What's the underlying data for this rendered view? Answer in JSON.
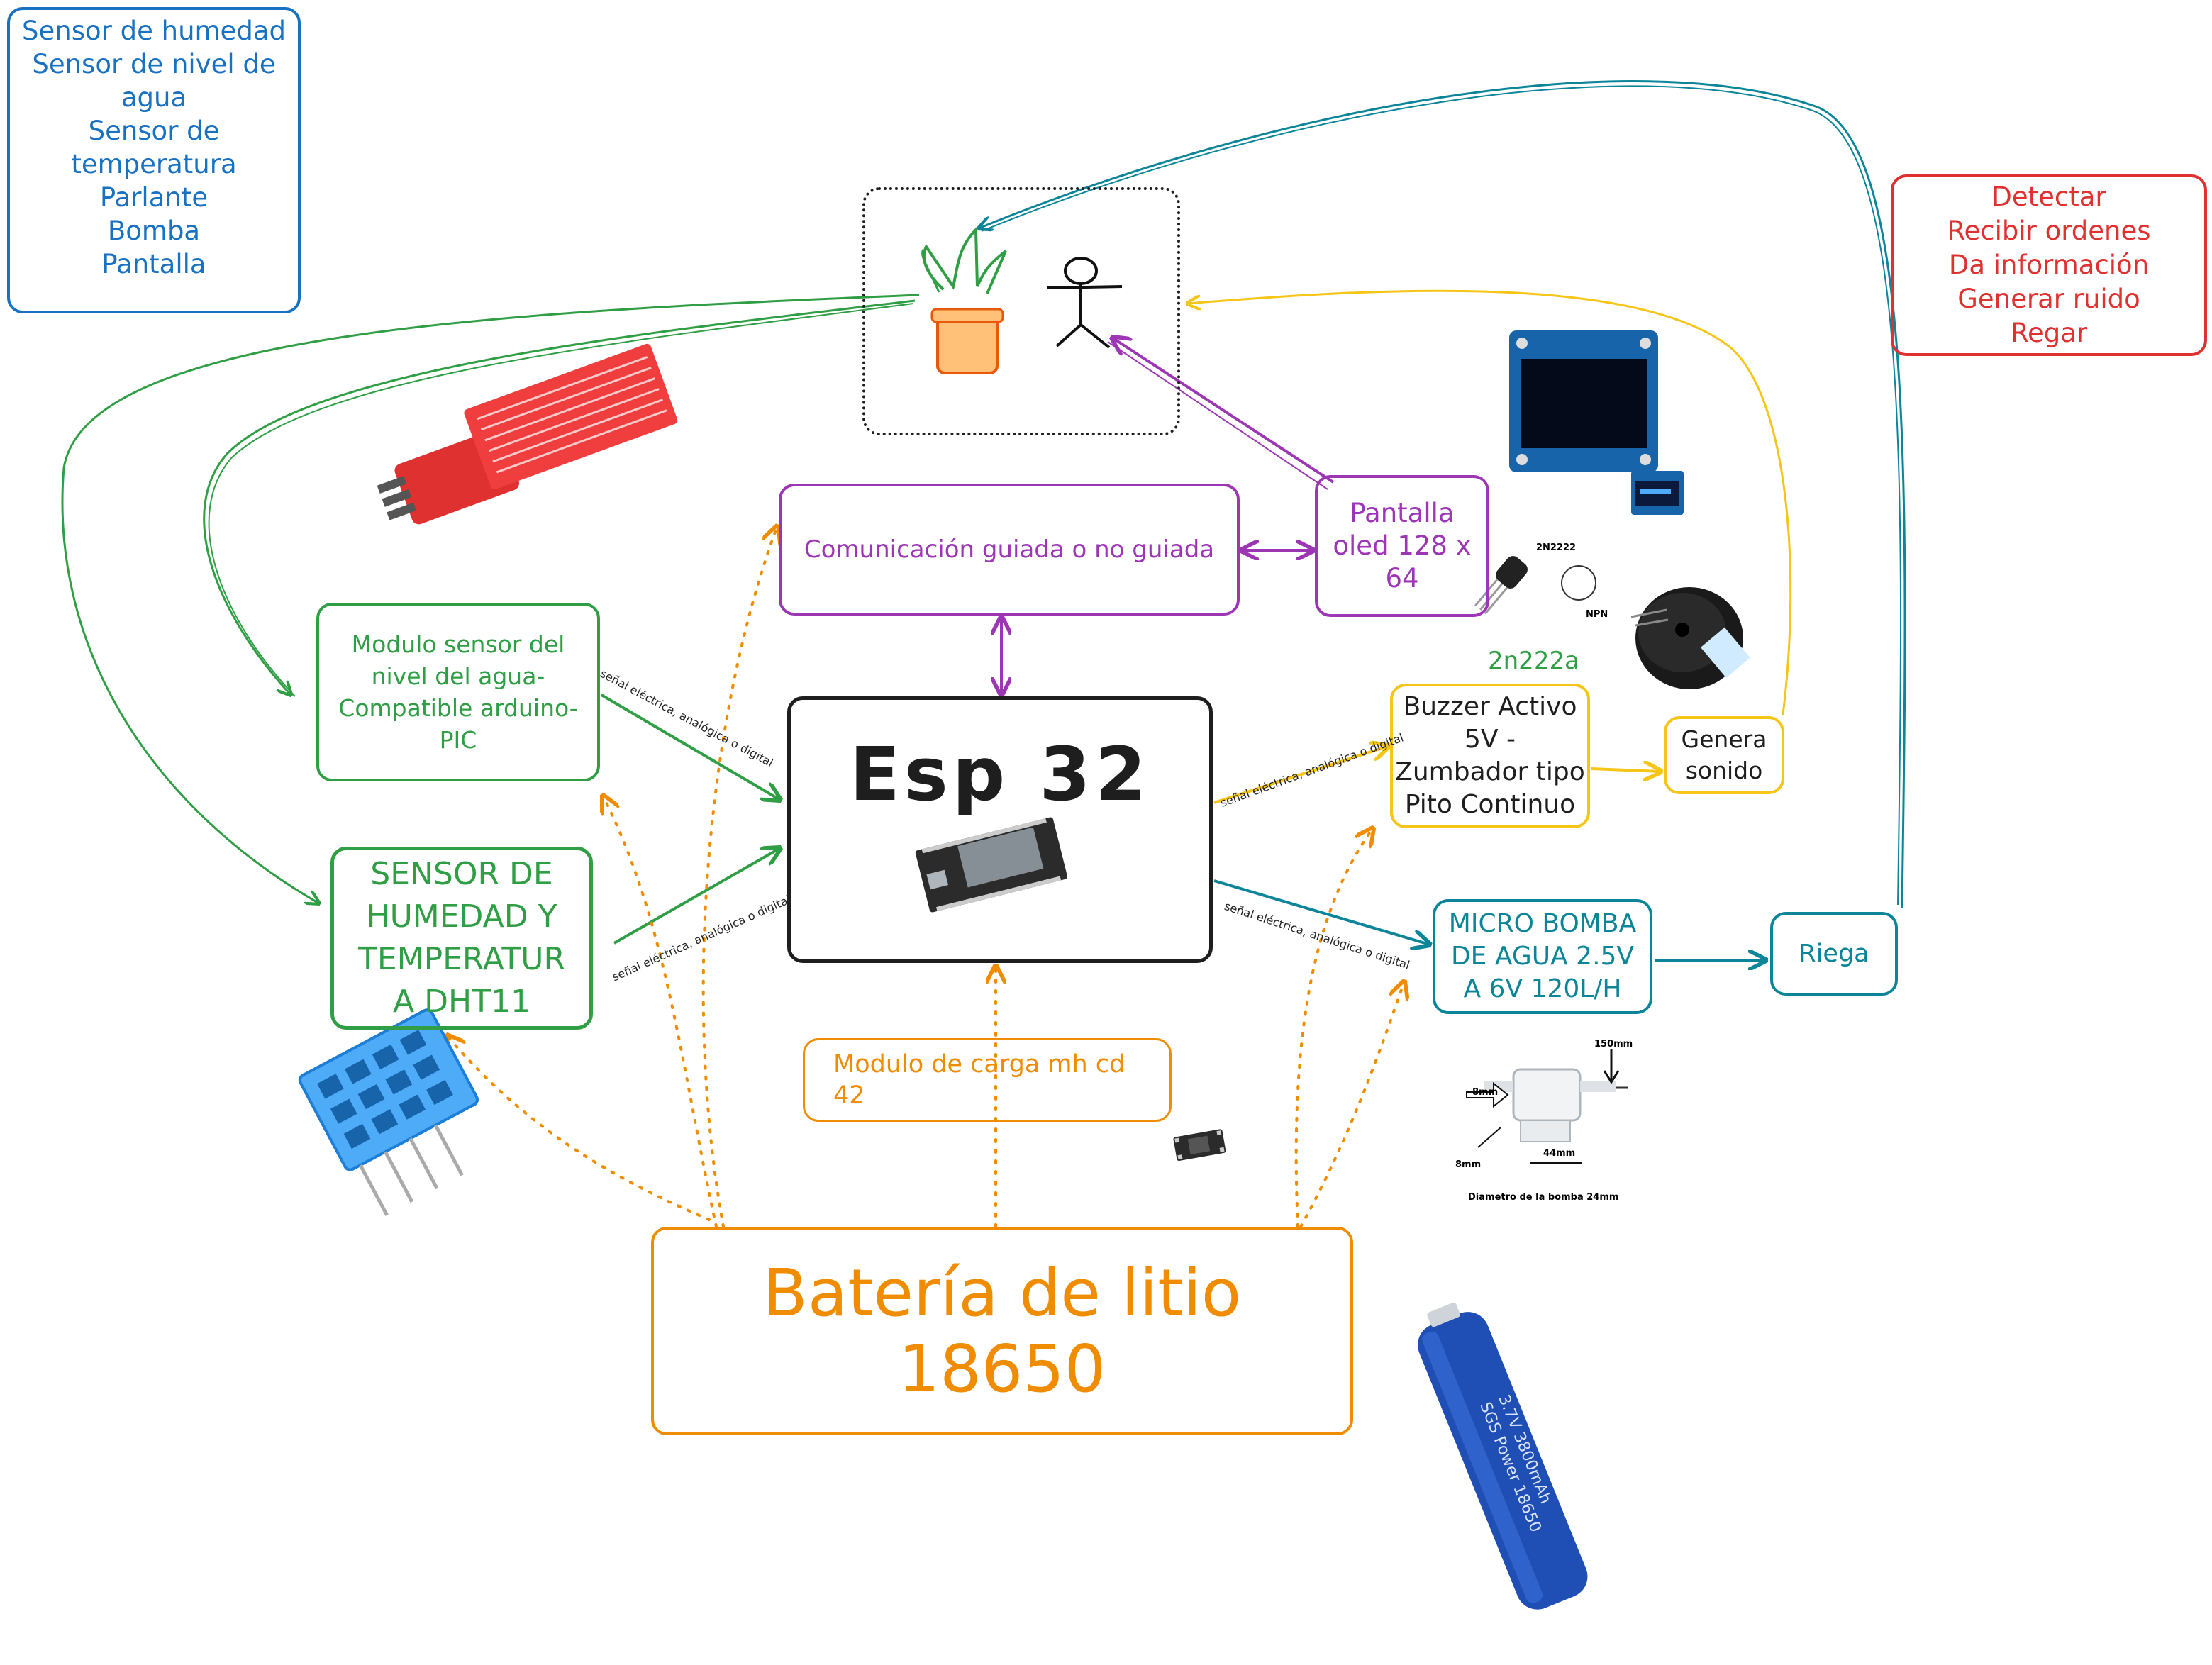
{
  "notes": {
    "components": [
      "Sensor de humedad",
      "Sensor de nivel de",
      "agua",
      "Sensor de",
      "temperatura",
      "Parlante",
      "Bomba",
      "Pantalla"
    ],
    "functions": [
      "Detectar",
      "Recibir ordenes",
      "Da información",
      "Generar ruido",
      "Regar"
    ]
  },
  "nodes": {
    "communication": "Comunicación guiada o no guiada",
    "oled": [
      "Pantalla",
      "oled 128 x",
      "64"
    ],
    "esp32": "Esp 32",
    "water_sensor": [
      "Modulo sensor del",
      "nivel del agua-",
      "Compatible arduino-",
      "PIC"
    ],
    "dht11": [
      "SENSOR DE",
      "HUMEDAD Y",
      "TEMPERATUR",
      "A DHT11"
    ],
    "transistor_label": "2n222a",
    "buzzer": [
      "Buzzer Activo",
      "5V -",
      "Zumbador tipo",
      "Pito Continuo"
    ],
    "sound": [
      "Genera",
      "sonido"
    ],
    "pump": [
      "MICRO BOMBA",
      "DE AGUA 2.5V",
      "A 6V 120L/H"
    ],
    "irrigate": "Riega",
    "charge_module": [
      "Modulo de carga mh cd",
      "42"
    ],
    "battery": "Batería de litio 18650"
  },
  "edge_labels": {
    "signal": "señal eléctrica, analógica o digital"
  },
  "image_text": {
    "transistor": "2N2222",
    "transistor_npn": "NPN",
    "pump_dim_top": "150mm",
    "pump_dim_left": "8mm",
    "pump_dim_bottom_left": "8mm",
    "pump_dim_length": "44mm",
    "pump_caption": "Diametro de la bomba 24mm",
    "battery_print": [
      "SGS Power 18650",
      "3.7V 3800mAh"
    ]
  },
  "colors": {
    "blue": "#1971c2",
    "red": "#e03131",
    "purple": "#9c36b5",
    "green": "#2f9e44",
    "yellow": "#f5c518",
    "teal": "#0c8599",
    "orange": "#f08c00",
    "black": "#1e1e1e"
  }
}
